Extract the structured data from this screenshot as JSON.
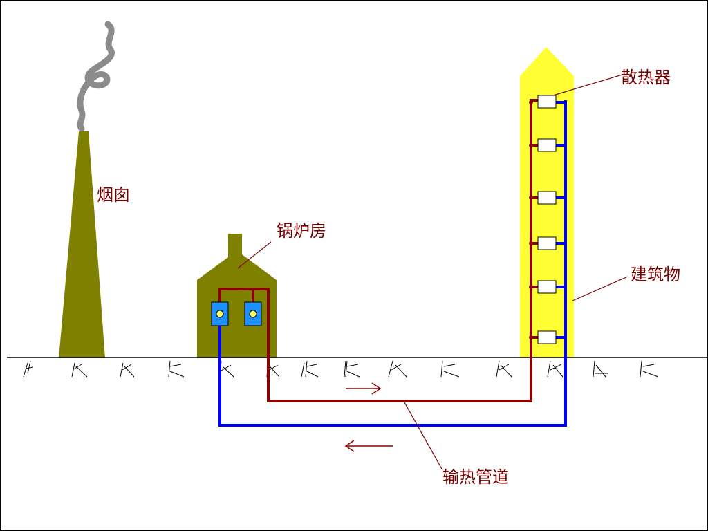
{
  "labels": {
    "chimney": "烟囱",
    "boiler_room": "锅炉房",
    "radiator": "散热器",
    "building": "建筑物",
    "pipeline": "输热管道"
  },
  "colors": {
    "chimney": "#808000",
    "boiler_house": "#808000",
    "building": "#ffff33",
    "hot_pipe": "#8b0000",
    "cold_pipe": "#0000ff",
    "smoke": "#8c8c8c",
    "label": "#7a0000",
    "boiler_unit": "#1e8fff",
    "boiler_core": "#ffff66",
    "radiator": "#ffffff"
  }
}
